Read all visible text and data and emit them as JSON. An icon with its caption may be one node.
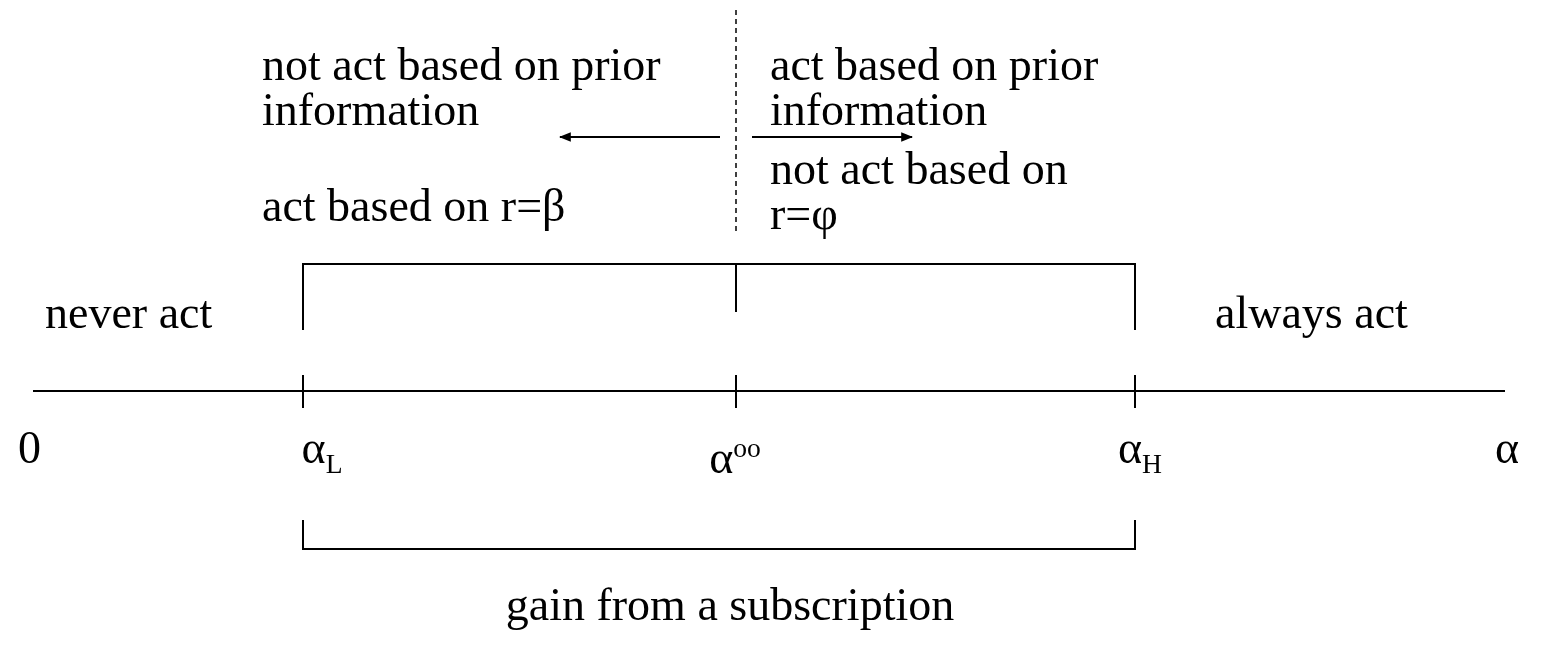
{
  "diagram": {
    "labels": [
      "not act based on prior information",
      "act based on prior information",
      "act based on r=β",
      "not act based on r=φ",
      "never act",
      "always act",
      "0",
      "α$_{L}$",
      "α$^{oo}$",
      "α$_{H}$",
      "α",
      "gain from a subscription"
    ]
  }
}
